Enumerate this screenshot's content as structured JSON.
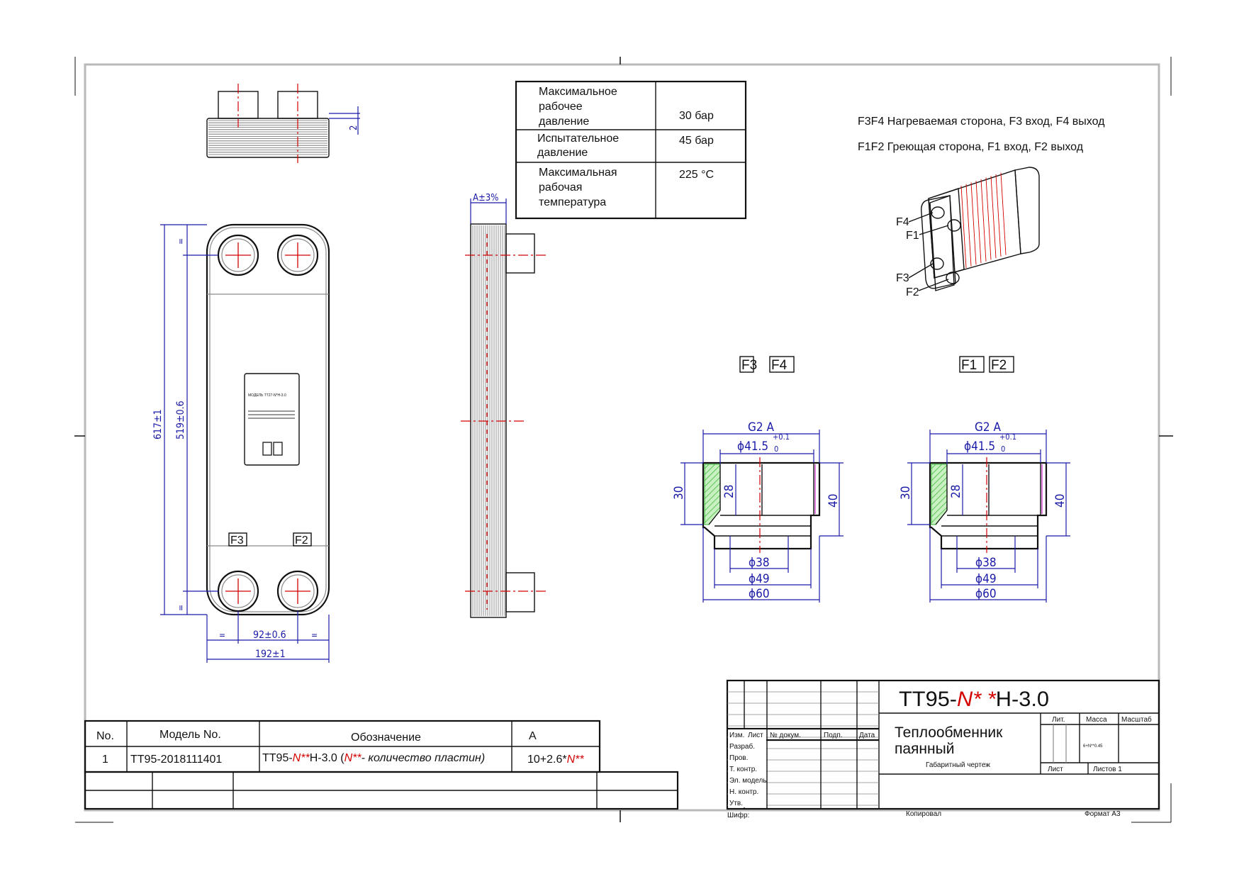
{
  "specs": [
    {
      "name": "Максимальное рабочее давление",
      "lines": [
        "Максимальное",
        "рабочее",
        "давление"
      ],
      "value": "30 бар"
    },
    {
      "name": "Испытательное давление",
      "lines": [
        "Испытательное",
        "давление"
      ],
      "value": "45 бар"
    },
    {
      "name": "Максимальная рабочая температура",
      "lines": [
        "Максимальная",
        "рабочая",
        "температура"
      ],
      "value": "225 °C"
    }
  ],
  "notes": {
    "heated": "F3F4 Нагреваемая сторона, F3 вход, F4 выход",
    "heating": "F1F2 Греющая сторона, F1 вход, F2 выход"
  },
  "iso_labels": {
    "f4": "F4",
    "f1": "F1",
    "f3": "F3",
    "f2": "F2"
  },
  "front_view": {
    "dim_overall_height": "617±1",
    "dim_port_center_height": "519±0.6",
    "dim_port_center_width": "92±0.6",
    "dim_overall_width": "192±1",
    "equal_mark": "=",
    "port_label_left": "F3",
    "port_label_right": "F2",
    "nameplate_model": "МОДЕЛЬ TT27-N*H-3.0"
  },
  "side_view": {
    "dim_thickness": "A±3%"
  },
  "top_view": {
    "dim_small": "2"
  },
  "connection_details": [
    {
      "tag_a": "F3",
      "tag_b": "F4",
      "thread": "G2 A",
      "bore": "ϕ41.5",
      "tol_upper": "+0.1",
      "tol_lower": "0",
      "h30": "30",
      "h28": "28",
      "h40": "40",
      "d38": "ϕ38",
      "d49": "ϕ49",
      "d60": "ϕ60"
    },
    {
      "tag_a": "F1",
      "tag_b": "F2",
      "thread": "G2 A",
      "bore": "ϕ41.5",
      "tol_upper": "+0.1",
      "tol_lower": "0",
      "h30": "30",
      "h28": "28",
      "h40": "40",
      "d38": "ϕ38",
      "d49": "ϕ49",
      "d60": "ϕ60"
    }
  ],
  "model_table": {
    "headers": [
      "No.",
      "Модель No.",
      "Обозначение",
      "A"
    ],
    "row": {
      "no": "1",
      "model": "TT95-2018111401",
      "designation_prefix": "TT95-",
      "designation_n": "N**",
      "designation_suffix": "H-3.0  (",
      "designation_note_n": "N**",
      "designation_note": "- количество пластин)",
      "a_prefix": "10+2.6*",
      "a_n": "N**"
    }
  },
  "title_block": {
    "code_prefix": "TT95-",
    "code_n": "N* *",
    "code_suffix": "H-3.0",
    "title_line1": "Теплообменник",
    "title_line2": "паянный",
    "subtitle": "Габаритный чертеж",
    "col_izm": "Изм.",
    "col_list": "Лист",
    "col_doc": "№ докум.",
    "col_sign": "Подп.",
    "col_date": "Дата",
    "role_dev": "Разраб.",
    "role_check": "Пров.",
    "role_tcontrol": "Т. контр.",
    "role_emodel": "Эл. модель",
    "role_ncontrol": "Н. контр.",
    "role_approve": "Утв.",
    "lit": "Лит.",
    "mass": "Масса",
    "scale": "Масштаб",
    "mass_value": "6+N**0.45",
    "sheet": "Лист",
    "sheets": "Листов 1",
    "cipher": "Шифр:",
    "copied": "Копировал",
    "format": "Формат А3"
  },
  "colors": {
    "dimension": "#1a1aa8",
    "centerline": "#d40000",
    "hatch": "#2fb52f",
    "frame": "#b9b9b9"
  }
}
